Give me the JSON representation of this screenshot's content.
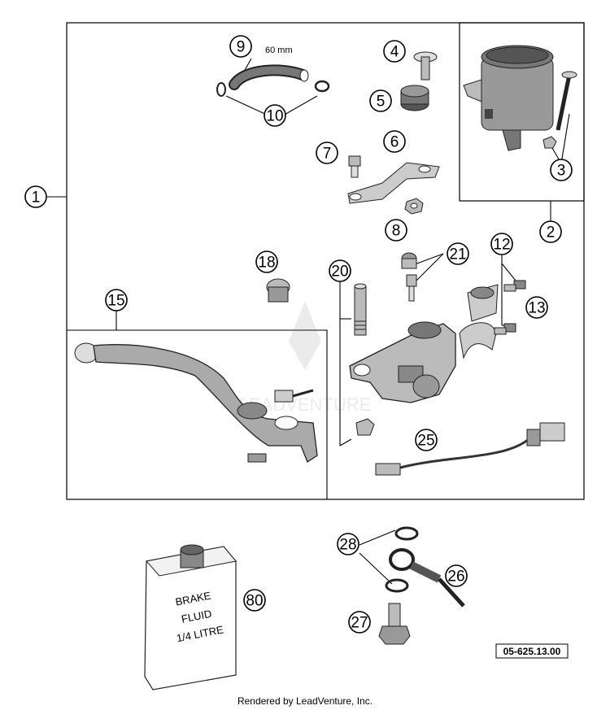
{
  "callouts": [
    {
      "id": "1",
      "label": "1"
    },
    {
      "id": "2",
      "label": "2"
    },
    {
      "id": "3",
      "label": "3"
    },
    {
      "id": "4",
      "label": "4"
    },
    {
      "id": "5",
      "label": "5"
    },
    {
      "id": "6",
      "label": "6"
    },
    {
      "id": "7",
      "label": "7"
    },
    {
      "id": "8",
      "label": "8"
    },
    {
      "id": "9",
      "label": "9"
    },
    {
      "id": "10",
      "label": "10"
    },
    {
      "id": "12",
      "label": "12"
    },
    {
      "id": "13",
      "label": "13"
    },
    {
      "id": "15",
      "label": "15"
    },
    {
      "id": "18",
      "label": "18"
    },
    {
      "id": "20",
      "label": "20"
    },
    {
      "id": "21",
      "label": "21"
    },
    {
      "id": "25",
      "label": "25"
    },
    {
      "id": "26",
      "label": "26"
    },
    {
      "id": "27",
      "label": "27"
    },
    {
      "id": "28",
      "label": "28"
    },
    {
      "id": "80",
      "label": "80"
    }
  ],
  "hose_length_label": "60 mm",
  "fluid_label": [
    "BRAKE",
    "FLUID",
    "1/4 LITRE"
  ],
  "diagram_ref": "05-625.13.00",
  "watermark": "LEADVENTURE",
  "footer": "Rendered by LeadVenture, Inc."
}
